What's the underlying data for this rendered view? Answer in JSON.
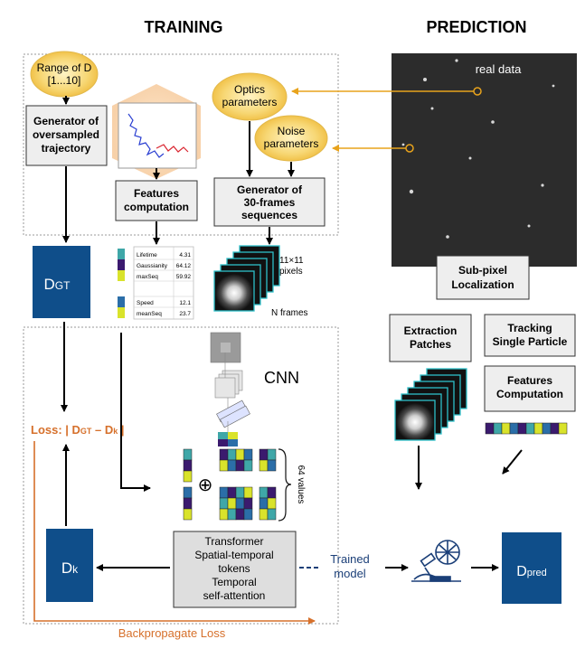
{
  "headers": {
    "training": "TRAINING",
    "prediction": "PREDICTION"
  },
  "range_d": {
    "line1": "Range of D",
    "line2": "[1...10]"
  },
  "generator_trajectory": {
    "line1": "Generator of",
    "line2": "oversampled",
    "line3": "trajectory"
  },
  "features_computation": {
    "line1": "Features",
    "line2": "computation"
  },
  "optics": {
    "line1": "Optics",
    "line2": "parameters"
  },
  "noise": {
    "line1": "Noise",
    "line2": "parameters"
  },
  "generator_frames": {
    "line1": "Generator of",
    "line2": "30-frames",
    "line3": "sequences"
  },
  "real_data": "real data",
  "subpixel": {
    "line1": "Sub-pixel",
    "line2": "Localization"
  },
  "d_gt": {
    "base": "D",
    "sub": "GT"
  },
  "features_table": {
    "rows": [
      {
        "name": "Lifetime",
        "value": "4.31"
      },
      {
        "name": "Gaussianity",
        "value": "64.12"
      },
      {
        "name": "maxSeq",
        "value": "59.92"
      },
      {
        "name": "Speed",
        "value": "12.1"
      },
      {
        "name": "meanSeq",
        "value": "23.7"
      }
    ]
  },
  "patch_size": {
    "line1": "11×11",
    "line2": "pixels"
  },
  "n_frames": "N frames",
  "extraction": {
    "line1": "Extraction",
    "line2": "Patches"
  },
  "tracking": {
    "line1": "Tracking",
    "line2": "Single Particle"
  },
  "features_comp_pred": {
    "line1": "Features",
    "line2": "Computation"
  },
  "cnn": "CNN",
  "loss": {
    "prefix": "Loss: | D",
    "gt": "GT",
    "minus": " – D",
    "k": "k",
    "suffix": " |"
  },
  "plus": "⊕",
  "values_64": "64 values",
  "transformer": {
    "line1": "Transformer",
    "line2": "Spatial-temporal",
    "line3": "tokens",
    "line4": "Temporal",
    "line5": "self-attention"
  },
  "trained_model": {
    "line1": "Trained",
    "line2": "model"
  },
  "d_k": {
    "base": "D",
    "sub": "k"
  },
  "d_pred": {
    "base": "D",
    "sub": "pred"
  },
  "backprop": "Backpropagate Loss",
  "colors": {
    "navy": "#0f4e8a",
    "gold": "#f2c94c",
    "orange": "#d6702b",
    "box": "#eeeeee"
  }
}
